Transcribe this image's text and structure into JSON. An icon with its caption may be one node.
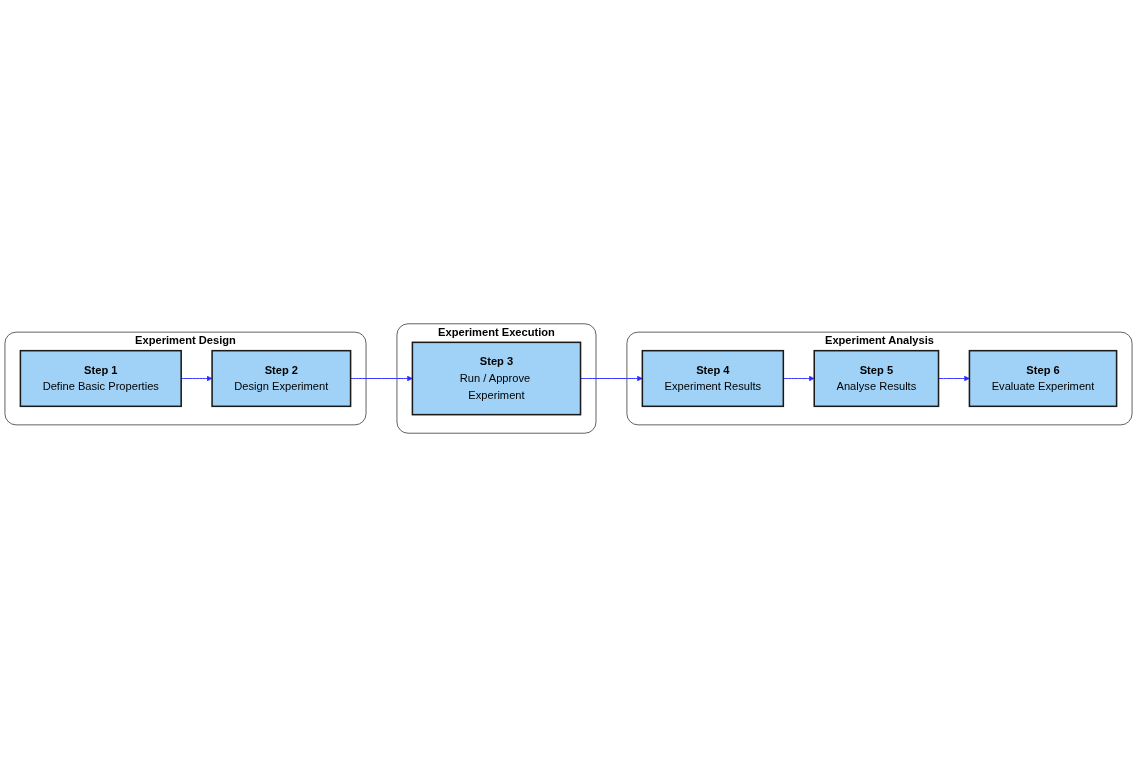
{
  "diagram": {
    "nodes": [
      {
        "text": [
          "Experiment Design"
        ]
      },
      {
        "text": [
          "Step 1",
          "Define Basic Properties"
        ],
        "in": 0
      },
      {
        "text": [
          "Step 2",
          "Design Experiment"
        ],
        "in": 0
      },
      {
        "text": [
          "Experiment Execution"
        ]
      },
      {
        "text": [
          "Step 3",
          "Run / Approve Experiment"
        ],
        "in": 3
      },
      {
        "text": [
          "Experiment Analysis"
        ]
      },
      {
        "text": [
          "Step 4",
          "Experiment Results"
        ],
        "in": 5
      },
      {
        "text": [
          "Step 5",
          "Analyse Results"
        ],
        "in": 5
      },
      {
        "text": [
          "Step 6",
          "Evaluate Experiment"
        ],
        "in": 5
      }
    ],
    "edges": [
      {
        "from": 1,
        "to": 2,
        "arrow": "to"
      },
      {
        "from": 2,
        "to": 4,
        "arrow": "to"
      },
      {
        "from": 4,
        "to": 6,
        "arrow": "to"
      },
      {
        "from": 6,
        "to": 7,
        "arrow": "to"
      },
      {
        "from": 7,
        "to": 8,
        "arrow": "to"
      }
    ]
  }
}
